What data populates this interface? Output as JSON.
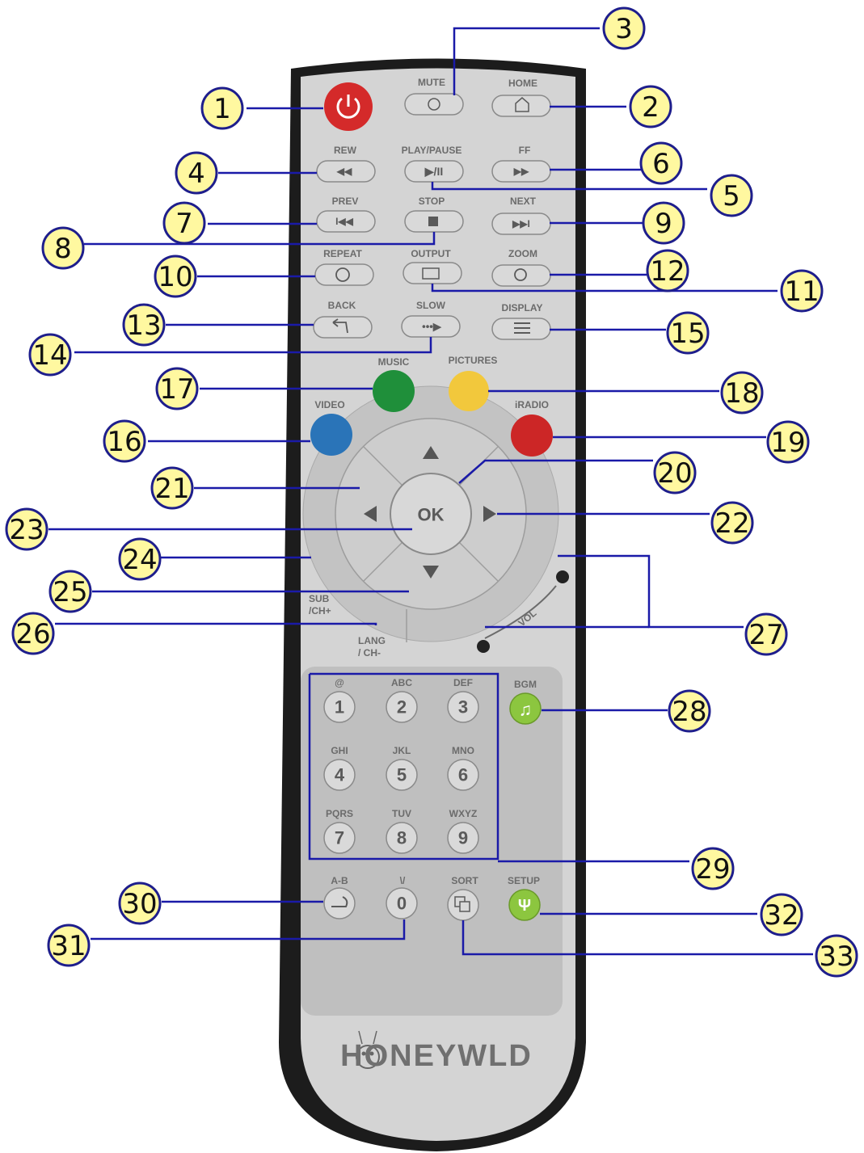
{
  "brand": "HONEYWLD",
  "buttons": {
    "mute": "MUTE",
    "home": "HOME",
    "rew": "REW",
    "play_pause": "PLAY/PAUSE",
    "ff": "FF",
    "prev": "PREV",
    "stop": "STOP",
    "next": "NEXT",
    "repeat": "REPEAT",
    "output": "OUTPUT",
    "zoom": "ZOOM",
    "back": "BACK",
    "slow": "SLOW",
    "display": "DISPLAY",
    "music": "MUSIC",
    "pictures": "PICTURES",
    "video": "VIDEO",
    "iradio": "iRADIO",
    "ok": "OK",
    "sub_line1": "SUB",
    "sub_line2": "/CH+",
    "lang_line1": "LANG",
    "lang_line2": "/ CH-",
    "vol": "VOL",
    "bgm": "BGM",
    "ab": "A-B",
    "zero_top": "\\/",
    "sort": "SORT",
    "setup": "SETUP"
  },
  "keypad": [
    {
      "digit": "1",
      "letters": "@"
    },
    {
      "digit": "2",
      "letters": "ABC"
    },
    {
      "digit": "3",
      "letters": "DEF"
    },
    {
      "digit": "4",
      "letters": "GHI"
    },
    {
      "digit": "5",
      "letters": "JKL"
    },
    {
      "digit": "6",
      "letters": "MNO"
    },
    {
      "digit": "7",
      "letters": "PQRS"
    },
    {
      "digit": "8",
      "letters": "TUV"
    },
    {
      "digit": "9",
      "letters": "WXYZ"
    }
  ],
  "zero_digit": "0",
  "callouts": [
    "1",
    "2",
    "3",
    "4",
    "5",
    "6",
    "7",
    "8",
    "9",
    "10",
    "11",
    "12",
    "13",
    "14",
    "15",
    "16",
    "17",
    "18",
    "19",
    "20",
    "21",
    "22",
    "23",
    "24",
    "25",
    "26",
    "27",
    "28",
    "29",
    "30",
    "31",
    "32",
    "33"
  ],
  "colors": {
    "remote_body": "#1c1c1c",
    "face_plate": "#d4d4d4",
    "power": "#d42a2a",
    "music": "#1f8f3a",
    "pictures": "#f2c83c",
    "video": "#2a74b8",
    "iradio": "#cc2626",
    "bgm": "#8cc63f",
    "setup": "#8cc63f",
    "leader": "#1a1aa8",
    "callout_fill": "#fff8a0"
  },
  "icons": [
    "power-icon",
    "mute-icon",
    "home-icon",
    "rewind-icon",
    "play-pause-icon",
    "fast-forward-icon",
    "previous-icon",
    "stop-icon",
    "next-icon",
    "repeat-icon",
    "output-icon",
    "zoom-icon",
    "back-icon",
    "slow-icon",
    "display-icon",
    "up-arrow-icon",
    "down-arrow-icon",
    "left-arrow-icon",
    "right-arrow-icon",
    "music-note-icon",
    "ab-repeat-icon",
    "sort-icon",
    "setup-icon",
    "bee-logo-icon"
  ]
}
